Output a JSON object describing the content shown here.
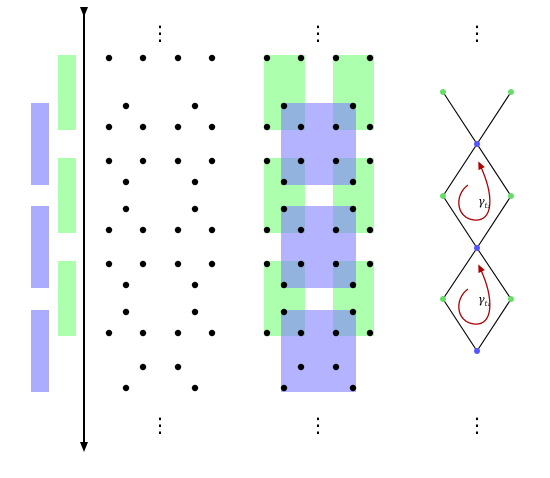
{
  "labels": {
    "gamma_t2": {
      "symbol": "γ",
      "subscript": "t₂"
    },
    "gamma_t1": {
      "symbol": "γ",
      "subscript": "t₁"
    }
  },
  "colors": {
    "blue_block": "#8080ff",
    "green_block": "#80ff80",
    "dot": "#000000",
    "axis": "#000000",
    "loop": "#aa0000",
    "vertex_blue": "#5555ff",
    "vertex_green": "#66dd66",
    "background": "#ffffff"
  },
  "icons": {
    "vertical_ellipsis": "⋮",
    "axis_arrow": "double-headed-arrow"
  }
}
